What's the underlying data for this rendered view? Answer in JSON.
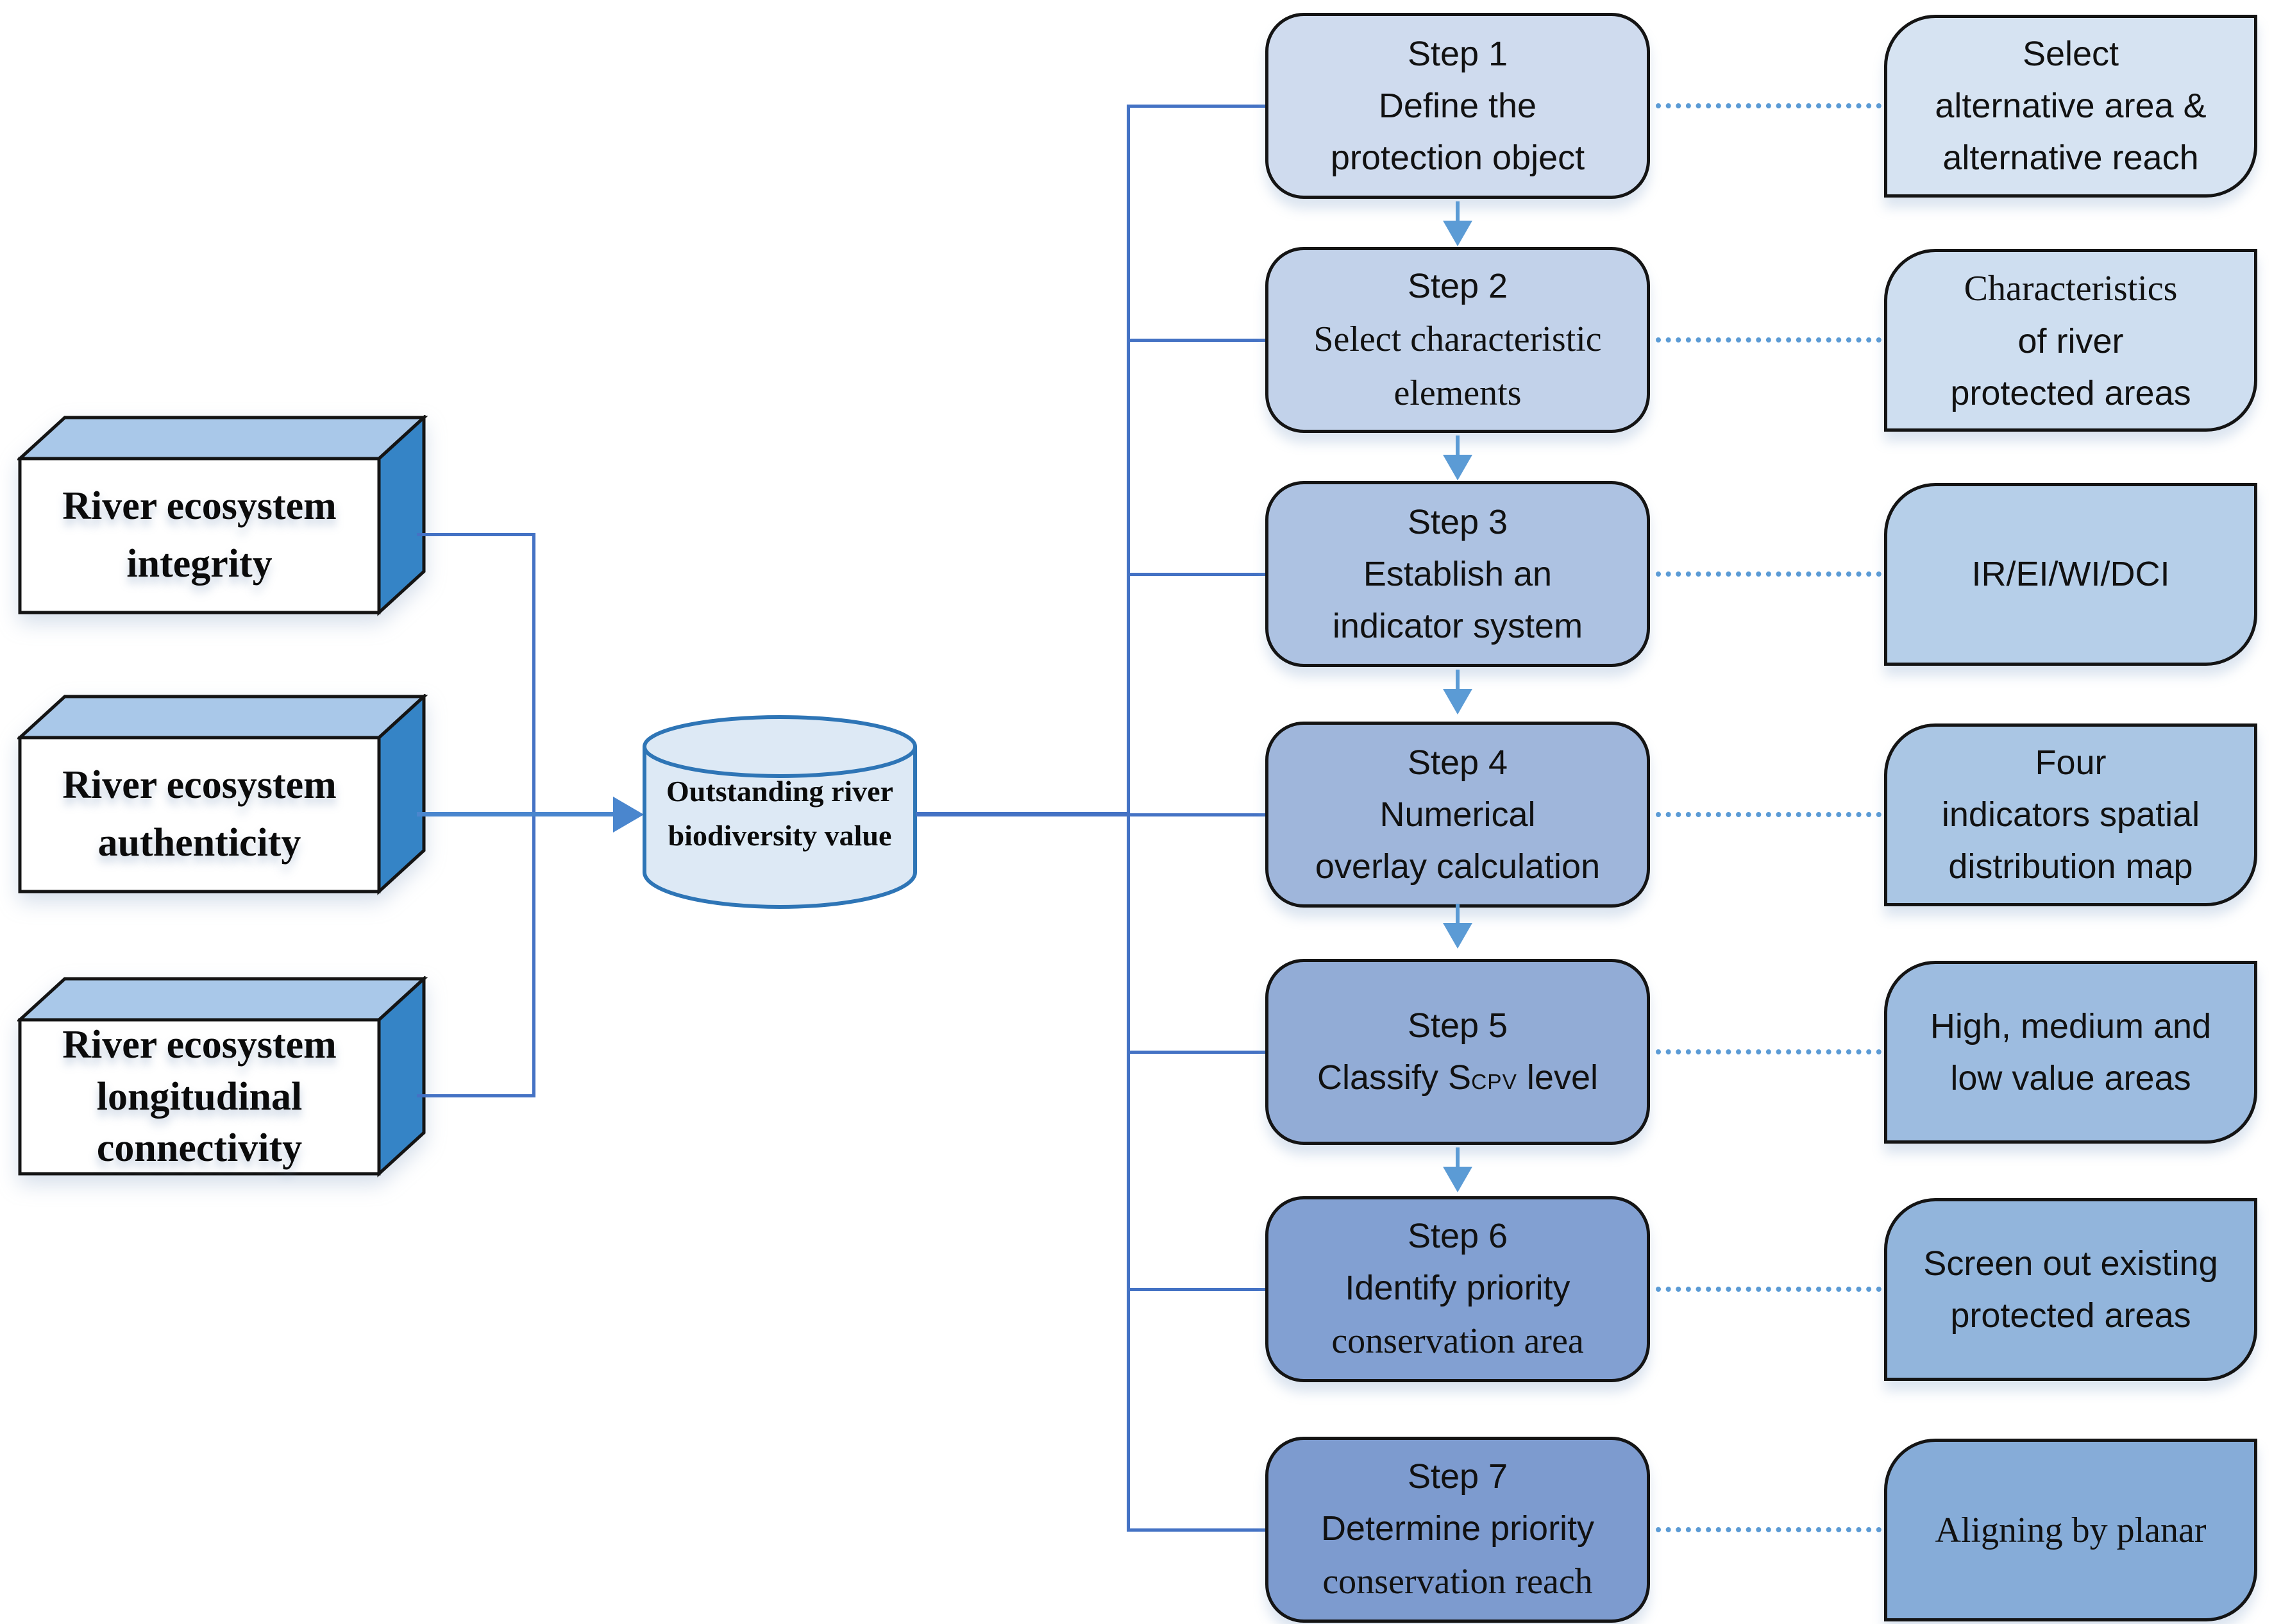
{
  "inputs": [
    {
      "lines": [
        "River ecosystem",
        "integrity"
      ]
    },
    {
      "lines": [
        "River ecosystem",
        "authenticity"
      ]
    },
    {
      "lines": [
        "River ecosystem",
        "longitudinal",
        "connectivity"
      ]
    }
  ],
  "hub": {
    "lines": [
      "Outstanding river",
      "biodiversity value"
    ]
  },
  "steps": [
    {
      "title": "Step 1",
      "lines": [
        "Define the",
        "protection object"
      ],
      "fill": "#cfdbee"
    },
    {
      "title": "Step 2",
      "lines": [
        "Select characteristic",
        "elements"
      ],
      "fill": "#c2d2ea"
    },
    {
      "title": "Step 3",
      "lines": [
        "Establish an",
        "indicator system"
      ],
      "fill": "#adc2e2"
    },
    {
      "title": "Step 4",
      "lines": [
        "Numerical",
        "overlay calculation"
      ],
      "fill": "#9fb6db"
    },
    {
      "title": "Step 5",
      "classify_prefix": "Classify S",
      "classify_sub": "CPV",
      "classify_suffix": " level",
      "fill": "#92acd6"
    },
    {
      "title": "Step 6",
      "lines": [
        "Identify priority",
        "conservation area"
      ],
      "fill": "#82a0d2"
    },
    {
      "title": "Step 7",
      "lines": [
        "Determine priority",
        "conservation reach"
      ],
      "fill": "#7d9bcf"
    }
  ],
  "outputs": [
    {
      "lines": [
        "Select",
        "alternative area &",
        "alternative reach"
      ],
      "fill": "#d6e3f2"
    },
    {
      "lines": [
        "Characteristics",
        "of river",
        "protected areas"
      ],
      "fill": "#cedef0"
    },
    {
      "lines": [
        "IR/EI/WI/DCI"
      ],
      "fill": "#b6cfe9"
    },
    {
      "lines": [
        "Four",
        "indicators spatial",
        "distribution map"
      ],
      "fill": "#aac6e4"
    },
    {
      "lines": [
        "High, medium and",
        "low value areas"
      ],
      "fill": "#9dbce0"
    },
    {
      "lines": [
        "Screen out existing",
        "protected areas"
      ],
      "fill": "#92b5dc"
    },
    {
      "lines": [
        "Aligning by planar"
      ],
      "fill": "#86acd8"
    }
  ],
  "colors": {
    "connector_line": "#4472c4",
    "arrow_blue": "#5b9bd5",
    "big_arrow": "#4a86ce",
    "cylinder_stroke": "#2e75b6",
    "cylinder_fill": "#dde9f5",
    "box3d_top": "#a9c8e9",
    "box3d_side": "#3584c6",
    "box_border": "#141414"
  }
}
